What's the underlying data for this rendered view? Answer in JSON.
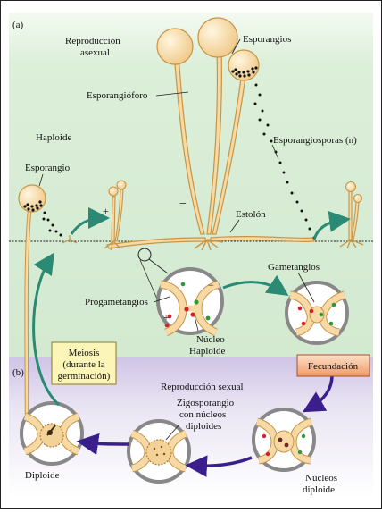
{
  "panel_a": {
    "marker": "(a)",
    "asexual_title_line1": "Reproducción",
    "asexual_title_line2": "asexual",
    "haploid": "Haploide",
    "sporangium_left": "Esporangio",
    "sporangia": "Esporangios",
    "sporangiophore": "Esporangióforo",
    "sporangiospores": "Esporangiosporas (n)",
    "stolon": "Estolón",
    "gametangia": "Gametangios",
    "progametangia": "Progametangios",
    "nucleus_line1": "Núcleo",
    "nucleus_line2": "Haploide",
    "plus1": "+",
    "plus2": "+",
    "minus1": "−",
    "minus2": "−"
  },
  "panel_b": {
    "marker": "(b)",
    "meiosis_line1": "Meiosis",
    "meiosis_line2": "(durante la",
    "meiosis_line3": "germinación)",
    "fertilization": "Fecundación",
    "sexual_title": "Reproducción sexual",
    "zygo_line1": "Zigosporangio",
    "zygo_line2": "con núcleos",
    "zygo_line3": "diploides",
    "diploid": "Diploide",
    "nuclei_line1": "Núcleos",
    "nuclei_line2": "diploide"
  },
  "colors": {
    "green_bg": "#d9ecd8",
    "purple_bg": "#d9d1ea",
    "hypha": "#f6d9a4",
    "hypha_stroke": "#c79545",
    "teal_arrow": "#2a8a73",
    "purple_arrow": "#3a1f8c",
    "meiosis_box": "#fbf5b8",
    "fertilization_box": "#f6b08a",
    "nucleus_red": "#d3202a",
    "nucleus_green": "#2f9a3a"
  }
}
